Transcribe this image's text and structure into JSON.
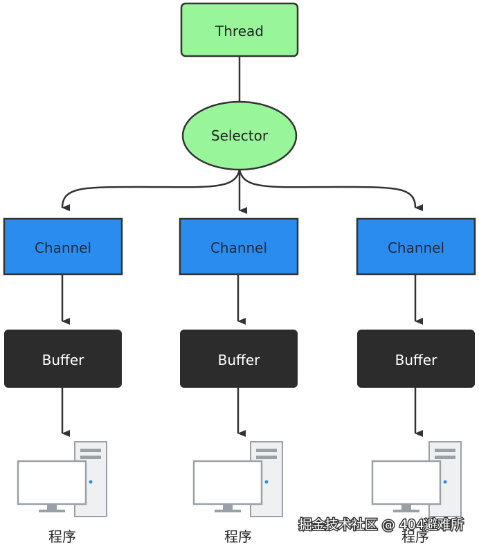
{
  "thread": {
    "label": "Thread"
  },
  "selector": {
    "label": "Selector"
  },
  "branches": [
    {
      "channel": "Channel",
      "buffer": "Buffer",
      "program": "程序"
    },
    {
      "channel": "Channel",
      "buffer": "Buffer",
      "program": "程序"
    },
    {
      "channel": "Channel",
      "buffer": "Buffer",
      "program": "程序"
    }
  ],
  "watermark": "掘金技术社区 @ 404避难所",
  "colors": {
    "thread_fill": "#98f59a",
    "selector_fill": "#98f59a",
    "channel_fill": "#2b8cf0",
    "buffer_fill": "#2c2c2c",
    "stroke": "#333333"
  }
}
